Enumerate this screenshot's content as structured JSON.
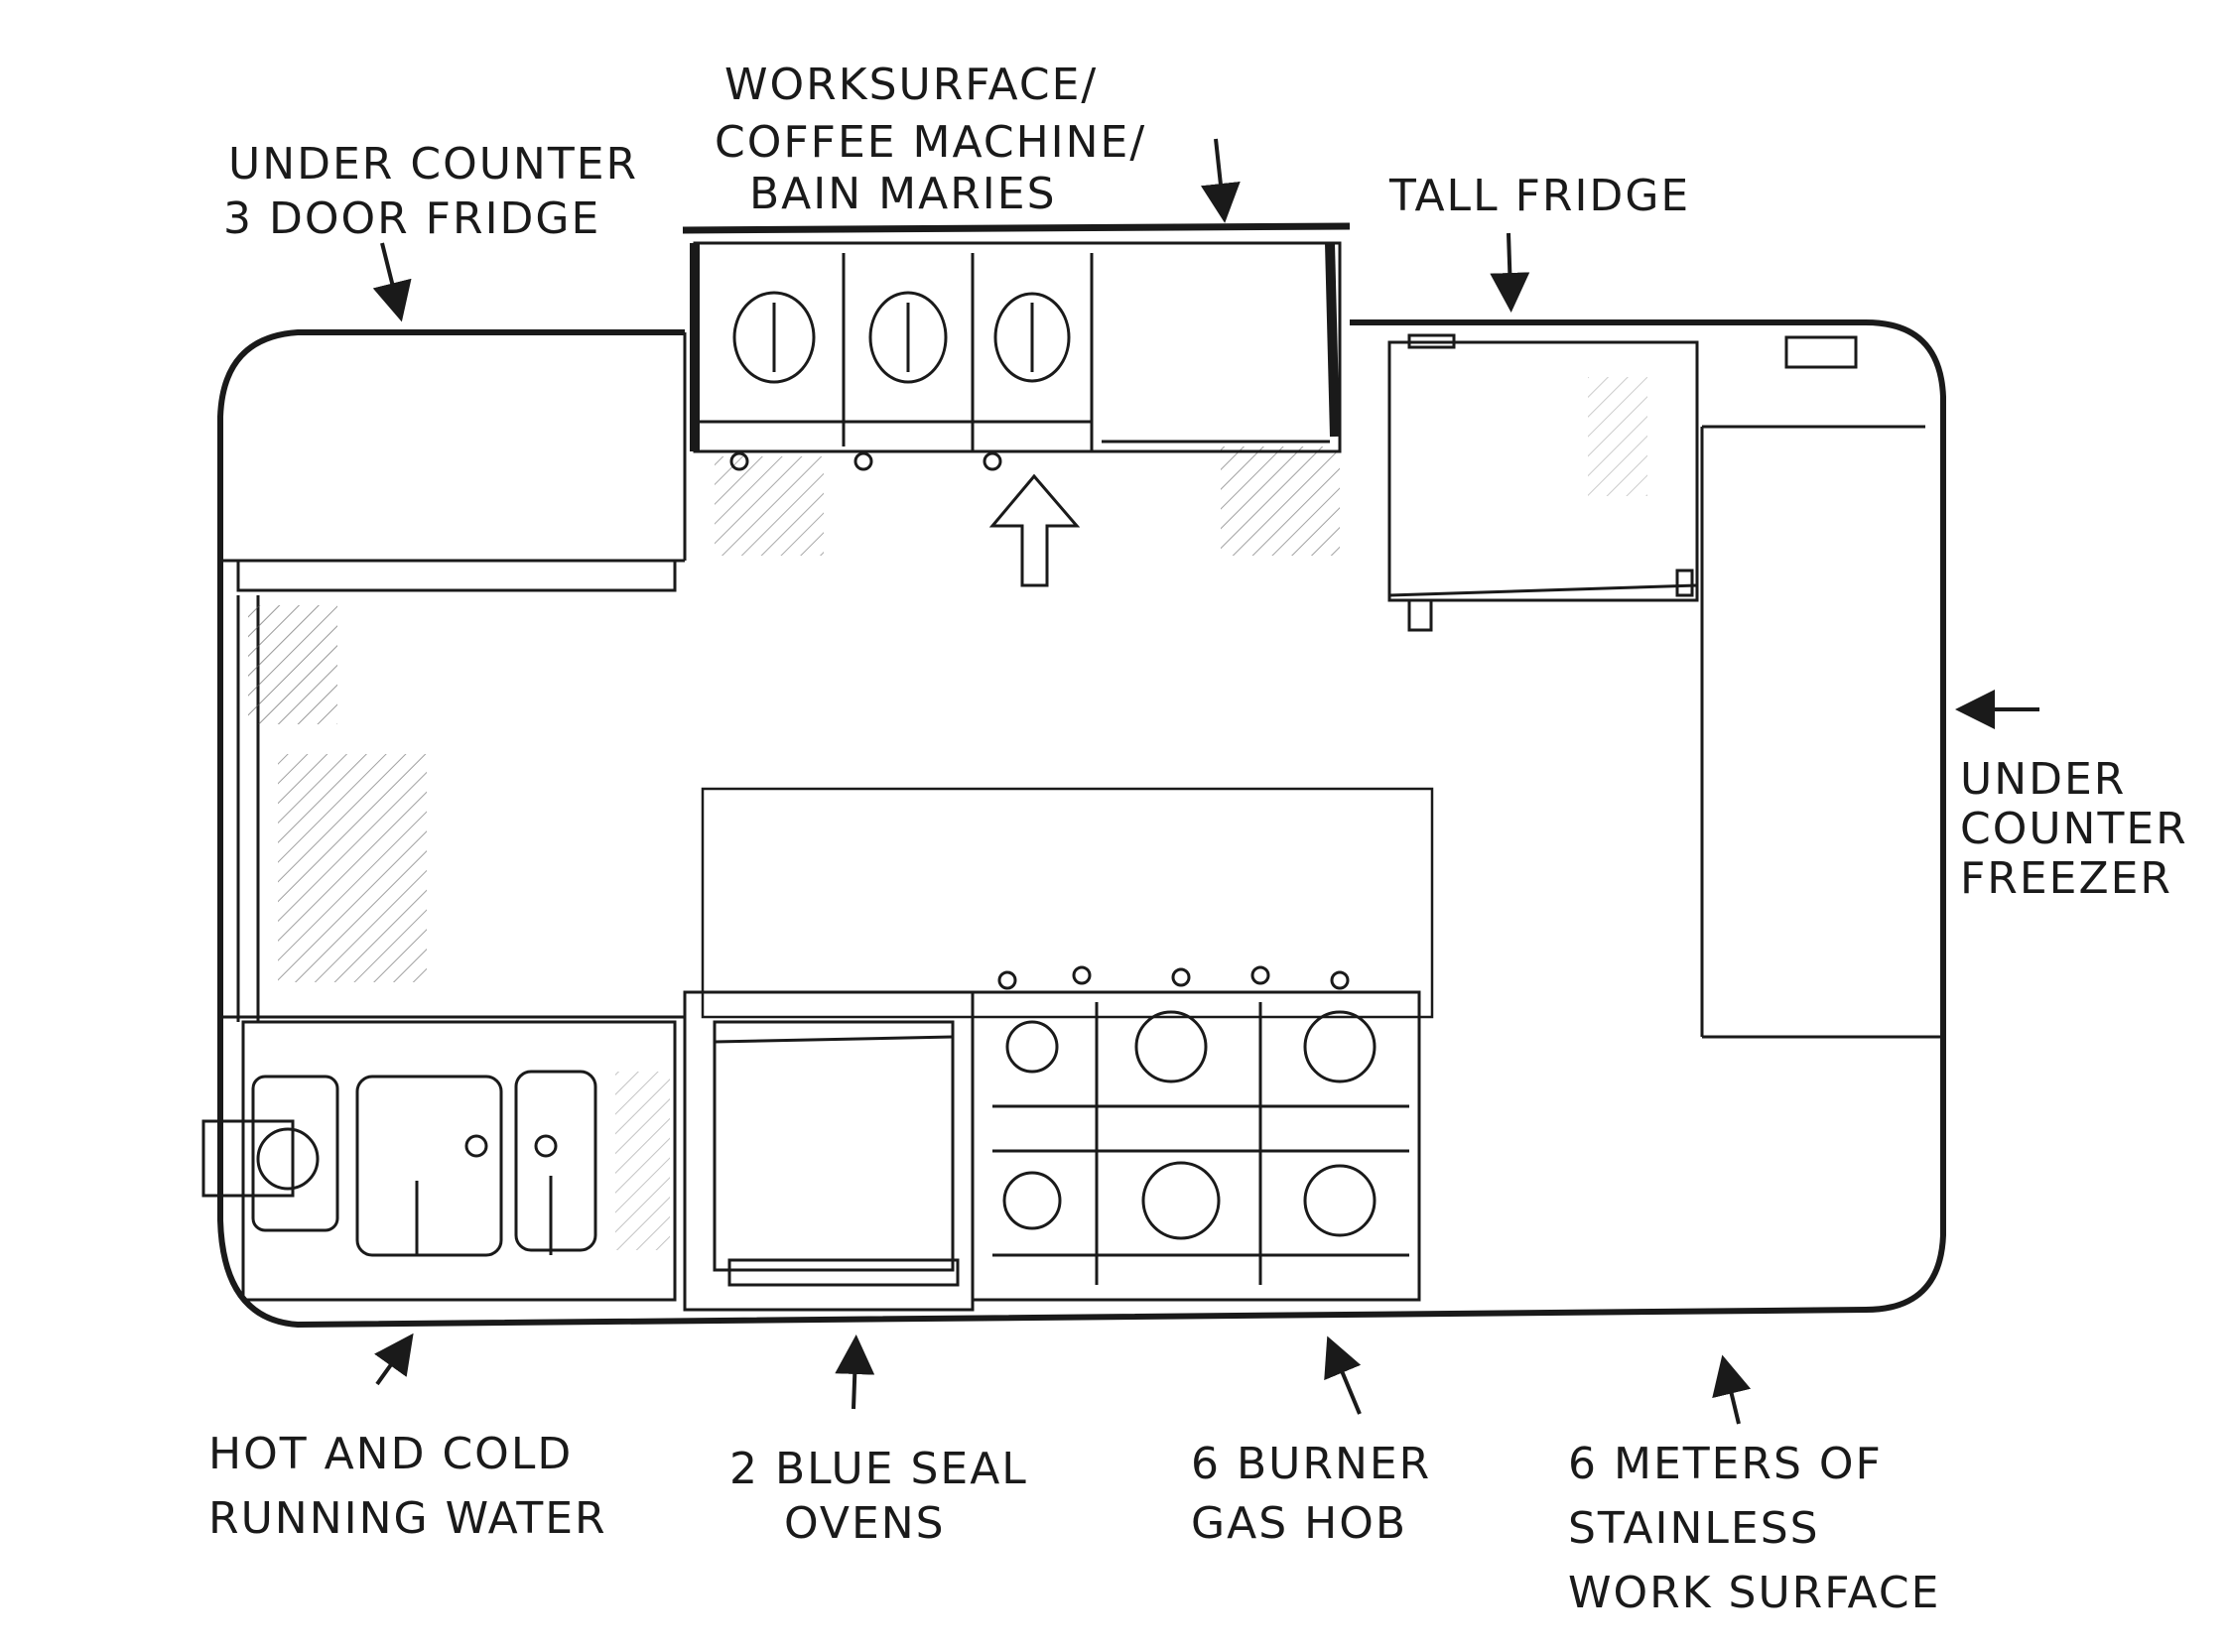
{
  "labels": {
    "worksurface_coffee": [
      "WORKSURFACE/",
      "COFFEE MACHINE/",
      "BAIN MARIES"
    ],
    "under_counter_fridge": [
      "UNDER COUNTER",
      "3 DOOR FRIDGE"
    ],
    "tall_fridge": [
      "TALL FRIDGE"
    ],
    "under_counter_freezer": [
      "UNDER",
      "COUNTER",
      "FREEZER"
    ],
    "hot_cold_water": [
      "HOT AND COLD",
      "RUNNING WATER"
    ],
    "blue_seal_ovens": [
      "2 BLUE SEAL",
      "OVENS"
    ],
    "gas_hob": [
      "6 BURNER",
      "GAS HOB"
    ],
    "stainless_worksurface": [
      "6 METERS OF",
      "STAINLESS",
      "WORK SURFACE"
    ]
  },
  "colors": {
    "ink": "#1a1a1a",
    "paper": "#ffffff"
  }
}
